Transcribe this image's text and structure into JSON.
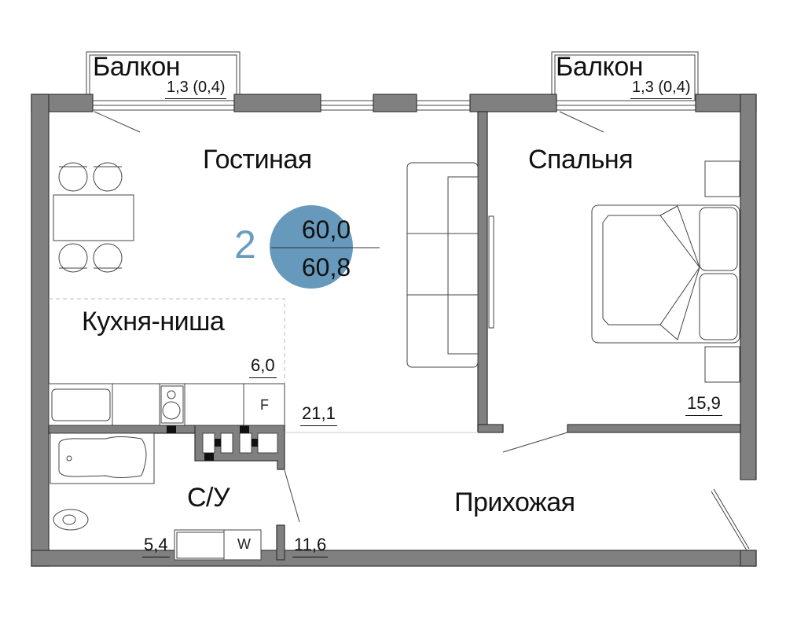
{
  "apartment": {
    "rooms_count": "2",
    "living_area": "60,0",
    "total_area": "60,8",
    "accent_color": "#6699bb"
  },
  "rooms": {
    "balcony_left": {
      "name": "Балкон",
      "area": "1,3 (0,4)"
    },
    "balcony_right": {
      "name": "Балкон",
      "area": "1,3 (0,4)"
    },
    "living_room": {
      "name": "Гостиная",
      "area": "21,1"
    },
    "bedroom": {
      "name": "Спальня",
      "area": "15,9"
    },
    "kitchen": {
      "name": "Кухня-ниша",
      "area": "6,0"
    },
    "bathroom": {
      "name": "С/У",
      "area": "5,4"
    },
    "hallway": {
      "name": "Прихожая",
      "area": "11,6"
    }
  },
  "appliances": {
    "fridge": "F",
    "washer": "W"
  }
}
